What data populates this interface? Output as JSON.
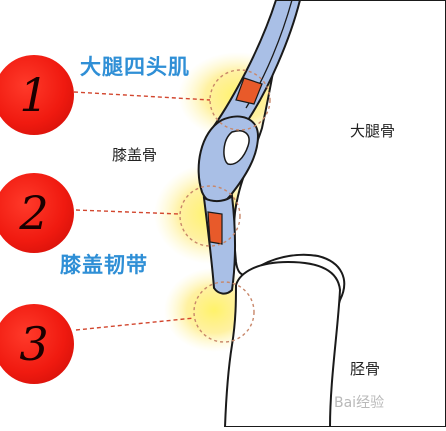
{
  "labels": {
    "quadriceps": "大腿四头肌",
    "patella": "膝盖骨",
    "patellar_ligament": "膝盖韧带",
    "femur": "大腿骨",
    "tibia": "胫骨"
  },
  "markers": [
    {
      "number": "1"
    },
    {
      "number": "2"
    },
    {
      "number": "3"
    }
  ],
  "watermark": "Bai经验",
  "colors": {
    "marker_red": "#f01a10",
    "tendon_blue": "#a9bfe6",
    "muscle_orange": "#e85a2a",
    "label_blue": "#2f8fd6",
    "glow_yellow": "#ffe766",
    "leader_red": "#d2462e"
  }
}
